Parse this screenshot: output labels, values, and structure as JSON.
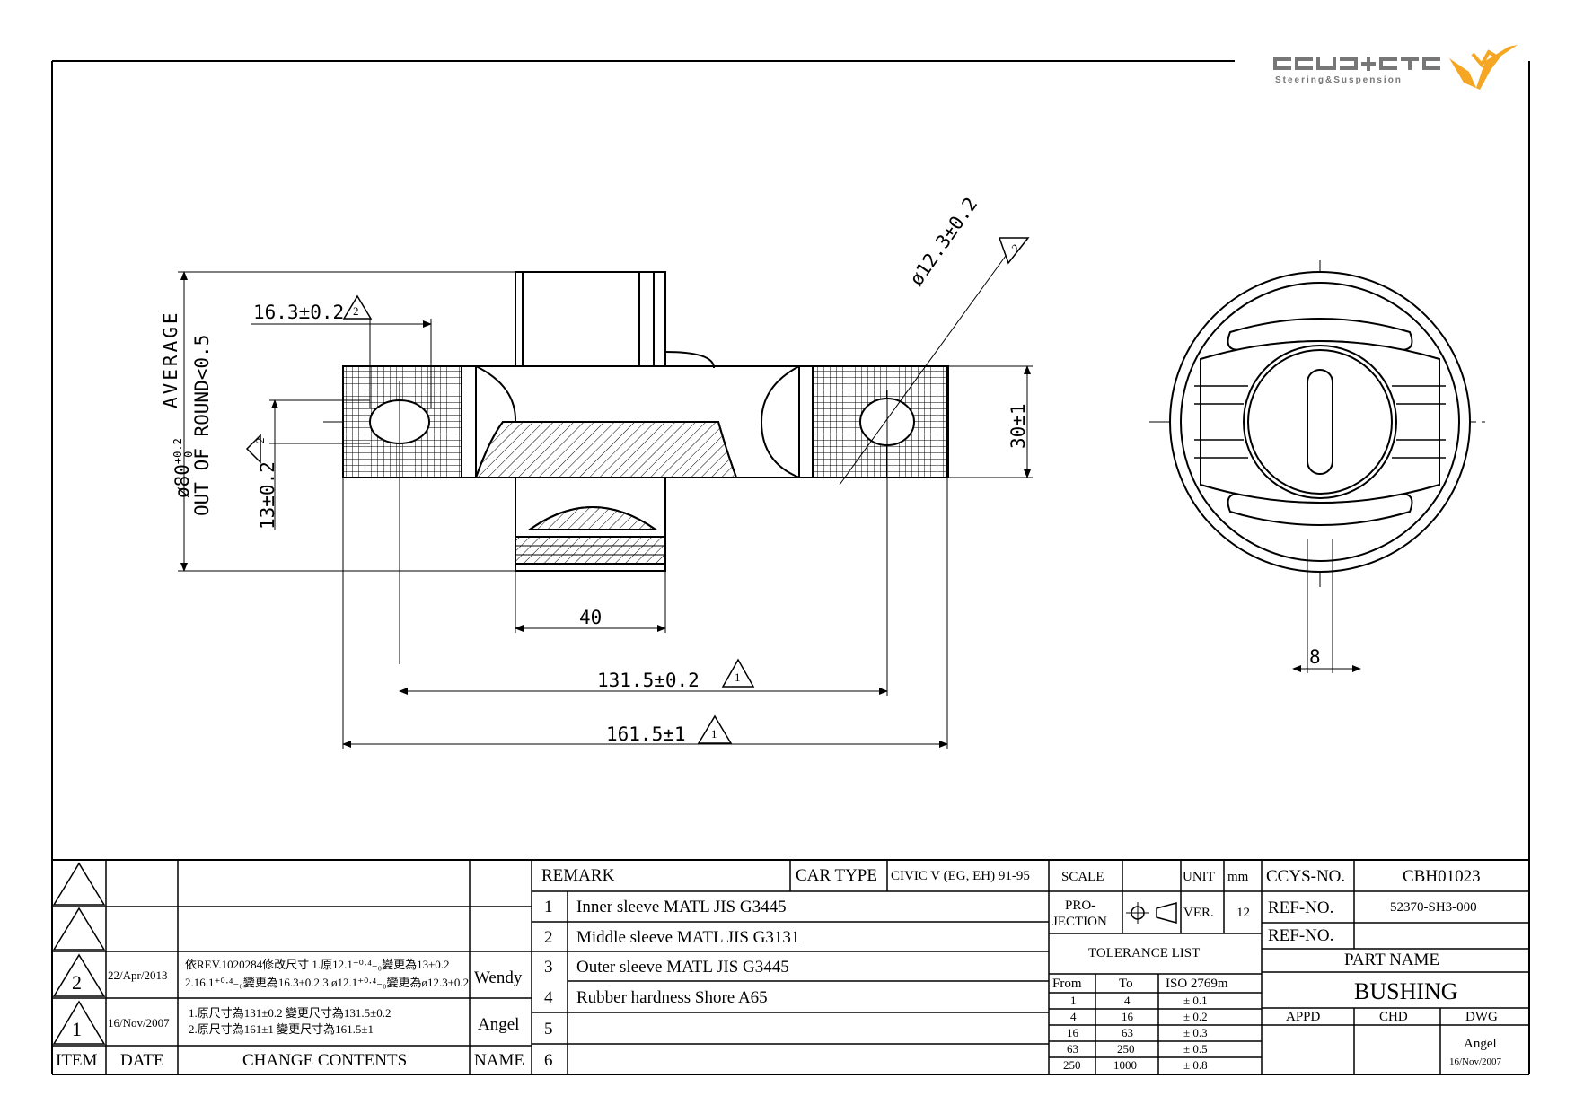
{
  "logo": {
    "brand": "CCYS+CTC",
    "tagline": "Steering&Suspension",
    "accent": "#f5a623"
  },
  "dimensions": {
    "d_16_3": "16.3±0.2",
    "d_12_3": "ø12.3±0.2",
    "d_80": "ø80",
    "d_80_tol_upper": "+0.2",
    "d_80_tol_lower": "-0",
    "average": "AVERAGE",
    "out_of_round": "OUT OF ROUND<0.5",
    "d_13": "13±0.2",
    "d_30": "30±1",
    "d_40": "40",
    "d_131_5": "131.5±0.2",
    "d_161_5": "161.5±1",
    "d_8": "8",
    "rev_mark_1": "1",
    "rev_mark_2": "2"
  },
  "revisions": {
    "headers": {
      "item": "ITEM",
      "date": "DATE",
      "change": "CHANGE CONTENTS",
      "name": "NAME"
    },
    "rows": [
      {
        "item": "",
        "date": "",
        "change_line1": "",
        "change_line2": "",
        "name": ""
      },
      {
        "item": "",
        "date": "",
        "change_line1": "",
        "change_line2": "",
        "name": ""
      },
      {
        "item": "2",
        "date": "22/Apr/2013",
        "change_line1": "依REV.1020284修改尺寸 1.原12.1⁺⁰·⁴₋₀變更為13±0.2",
        "change_line2": "2.16.1⁺⁰·⁴₋₀變更為16.3±0.2 3.ø12.1⁺⁰·⁴₋₀變更為ø12.3±0.2",
        "name": "Wendy"
      },
      {
        "item": "1",
        "date": "16/Nov/2007",
        "change_line1": "1.原尺寸為131±0.2 變更尺寸為131.5±0.2",
        "change_line2": "2.原尺寸為161±1 變更尺寸為161.5±1",
        "name": "Angel"
      }
    ]
  },
  "remark": {
    "label": "REMARK",
    "car_type_label": "CAR TYPE",
    "car_type_value": "CIVIC V (EG, EH) 91-95",
    "items": [
      {
        "no": "1",
        "text": "Inner sleeve MATL JIS G3445"
      },
      {
        "no": "2",
        "text": "Middle sleeve MATL JIS G3131"
      },
      {
        "no": "3",
        "text": "Outer sleeve MATL JIS G3445"
      },
      {
        "no": "4",
        "text": "Rubber hardness Shore A65"
      },
      {
        "no": "5",
        "text": ""
      },
      {
        "no": "6",
        "text": ""
      }
    ]
  },
  "spec": {
    "scale_label": "SCALE",
    "scale_value": "",
    "unit_label": "UNIT",
    "unit_value": "mm",
    "projection_line1": "PRO-",
    "projection_line2": "JECTION",
    "ver_label": "VER.",
    "ver_value": "12",
    "tolerance_title": "TOLERANCE LIST",
    "tol_headers": {
      "from": "From",
      "to": "To",
      "iso": "ISO 2769m"
    },
    "tol_rows": [
      {
        "from": "1",
        "to": "4",
        "tol": "± 0.1"
      },
      {
        "from": "4",
        "to": "16",
        "tol": "± 0.2"
      },
      {
        "from": "16",
        "to": "63",
        "tol": "± 0.3"
      },
      {
        "from": "63",
        "to": "250",
        "tol": "± 0.5"
      },
      {
        "from": "250",
        "to": "1000",
        "tol": "± 0.8"
      }
    ]
  },
  "title_block": {
    "ccys_no_label": "CCYS-NO.",
    "ccys_no_value": "CBH01023",
    "ref_no_label": "REF-NO.",
    "ref_no_value": "52370-SH3-000",
    "ref_no2_label": "REF-NO.",
    "ref_no2_value": "",
    "part_name_label": "PART NAME",
    "part_name_value": "BUSHING",
    "appd_label": "APPD",
    "chd_label": "CHD",
    "dwg_label": "DWG",
    "dwg_name": "Angel",
    "dwg_date": "16/Nov/2007"
  }
}
